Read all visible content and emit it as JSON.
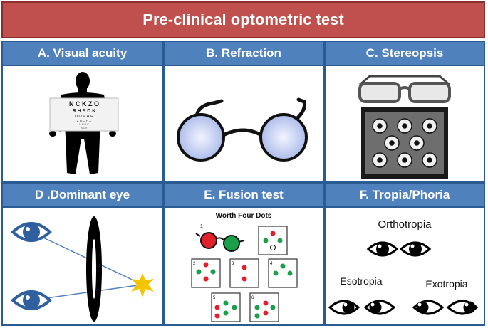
{
  "title": "Pre-clinical optometric test",
  "panels": {
    "a": {
      "label": "A. Visual acuity",
      "chart_lines": [
        "N C K Z O",
        "R H S D K",
        "D O V H R",
        "Z D C H Z",
        "V H R K",
        "N C R"
      ]
    },
    "b": {
      "label": "B. Refraction"
    },
    "c": {
      "label": "C. Stereopsis"
    },
    "d": {
      "label": "D .Dominant eye"
    },
    "e": {
      "label": "E. Fusion test",
      "subtitle": "Worth Four Dots",
      "numbers": [
        "1",
        "2",
        "3",
        "4",
        "5",
        "6"
      ]
    },
    "f": {
      "label": "F. Tropia/Phoria",
      "ortho": "Orthotropia",
      "eso": "Esotropia",
      "exo": "Exotropia"
    }
  },
  "colors": {
    "title_bg": "#c0504d",
    "header_bg": "#4f81bd",
    "border": "#2b5b93",
    "eye_blue": "#2f5f9e",
    "dot_red": "#e0202a",
    "dot_green": "#1aa04a",
    "star": "#f5c400"
  }
}
